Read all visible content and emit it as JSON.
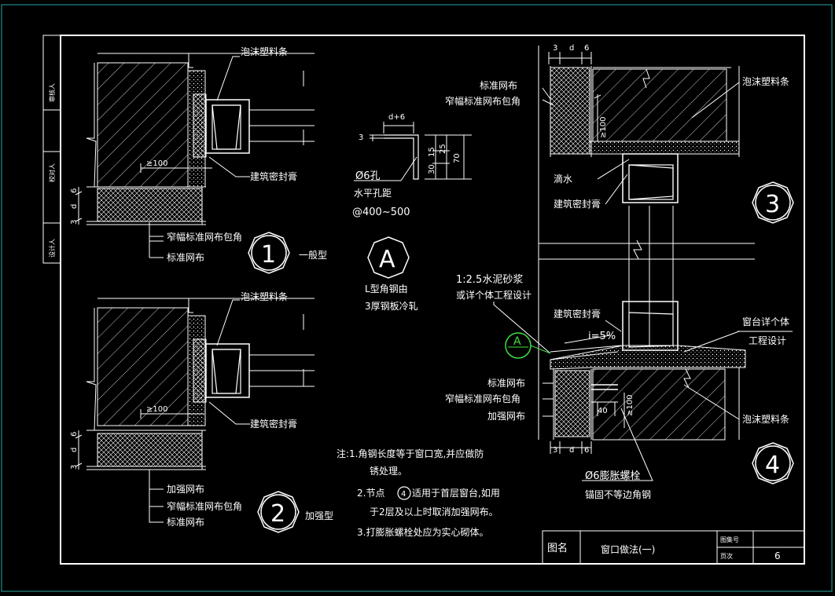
{
  "colors": {
    "background": "#000000",
    "line": "#ffffff",
    "frame_outer": "#2aa6a6",
    "callout": "#3fe03f"
  },
  "side_block": {
    "reviewer": "审核人",
    "checker": "校对人",
    "designer": "设计人"
  },
  "detail1": {
    "label_top": "泡沫塑料条",
    "label_sealant": "建筑密封膏",
    "dim_100": "≥100",
    "dim_3": "3",
    "dim_d": "d",
    "dim_6": "6",
    "label_mesh_wrap": "窄幅标准网布包角",
    "label_mesh_std": "标准网布",
    "number": "1",
    "type": "一般型"
  },
  "detail2": {
    "label_top": "泡沫塑料条",
    "label_sealant": "建筑密封膏",
    "dim_100": "≥100",
    "dim_3": "3",
    "dim_d": "d",
    "dim_6": "6",
    "label_mesh_reinf": "加强网布",
    "label_mesh_wrap": "窄幅标准网布包角",
    "label_mesh_std": "标准网布",
    "number": "2",
    "type": "加强型"
  },
  "detailA": {
    "dim_d6": "d+6",
    "dim_3": "3",
    "dim_30": "30",
    "dim_15": "15",
    "dim_25": "25",
    "dim_70": "70",
    "hole": "Ø6孔",
    "spacing_label": "水平孔距",
    "spacing": "@400~500",
    "letter": "A",
    "caption_1": "L型角钢由",
    "caption_2": "3厚钢板冷轧"
  },
  "detail3": {
    "dim_3": "3",
    "dim_d": "d",
    "dim_6": "6",
    "label_mesh_std": "标准网布",
    "label_mesh_wrap": "窄幅标准网布包角",
    "label_foam": "泡沫塑料条",
    "dim_100": "≥100",
    "label_drip": "滴水",
    "label_sealant": "建筑密封膏",
    "number": "3"
  },
  "detail4": {
    "mortar_1": "1:2.5水泥砂浆",
    "mortar_2": "或详个体工程设计",
    "label_sealant": "建筑密封膏",
    "slope": "i=5%",
    "callout": "A",
    "sill_1": "窗台详个体",
    "sill_2": "工程设计",
    "label_mesh_std": "标准网布",
    "label_mesh_wrap": "窄幅标准网布包角",
    "label_mesh_reinf": "加强网布",
    "dim_100": "≥100",
    "dim_40": "40",
    "label_foam": "泡沫塑料条",
    "dim_3": "3",
    "dim_d": "d",
    "dim_6": "6",
    "bolt_1": "Ø6膨胀螺栓",
    "bolt_2": "锚固不等边角钢",
    "number": "4"
  },
  "notes": {
    "line1": "注:1.角钢长度等于窗口宽,并应做防",
    "line1b": "锈处理。",
    "line2": "2.节点",
    "line2_circle": "4",
    "line2_rest": "适用于首层窗台,如用",
    "line2b": "于2层及以上时取消加强网布。",
    "line3": "3.打膨胀螺栓处应为实心砌体。"
  },
  "title_block": {
    "label_name": "图名",
    "title": "窗口做法(一)",
    "label_atlas": "图集号",
    "atlas_no": "",
    "label_page": "页次",
    "page_no": "6"
  }
}
